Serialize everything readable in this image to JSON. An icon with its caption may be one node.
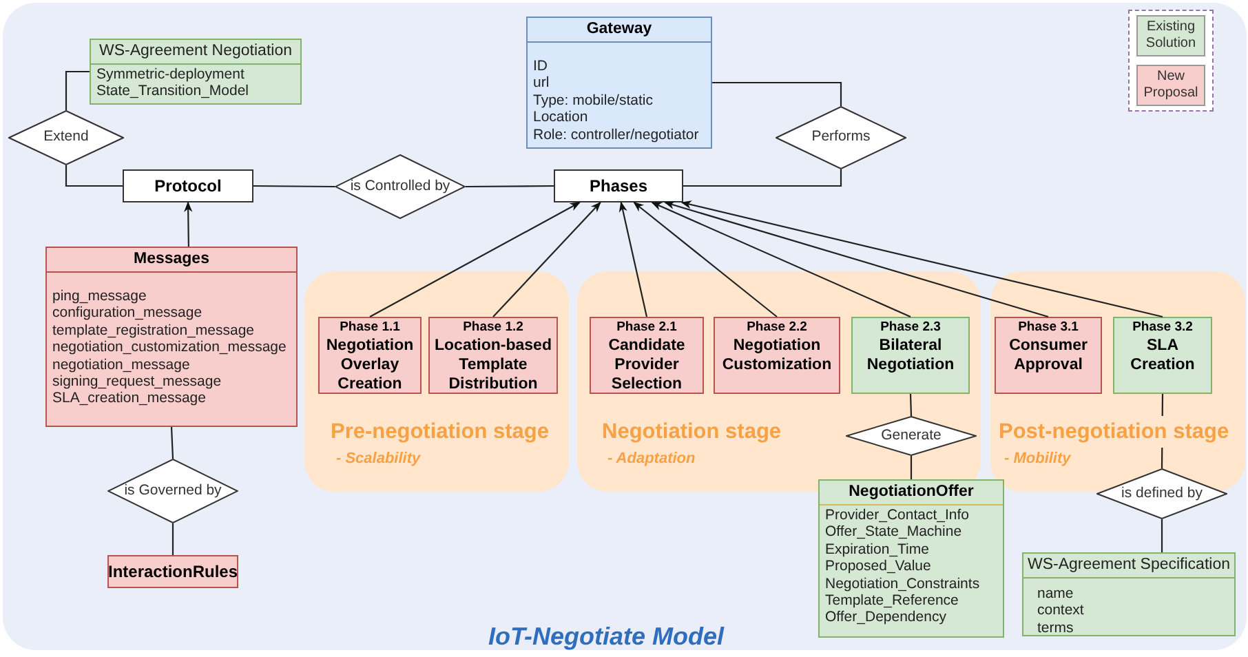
{
  "diagram": {
    "caption": "IoT-Negotiate Model",
    "nodes": [
      {
        "text": [
          "WS-Agreement Negotiation",
          "Symmetric-deployment",
          "State_Transition_Model"
        ]
      },
      {
        "text": [
          "Extend"
        ]
      },
      {
        "text": [
          "Protocol"
        ]
      },
      {
        "text": [
          "is Controlled by"
        ]
      },
      {
        "text": [
          "Gateway",
          "ID",
          "url",
          "Type: mobile/static",
          "Location",
          "Role: controller/negotiator"
        ]
      },
      {
        "text": [
          "Performs"
        ]
      },
      {
        "text": [
          "Phases"
        ]
      },
      {
        "text": [
          "Messages",
          "ping_message",
          "configuration_message",
          "template_registration_message",
          "negotiation_customization_message",
          "negotiation_message",
          "signing_request_message",
          "SLA_creation_message"
        ]
      },
      {
        "text": [
          "is Governed by"
        ]
      },
      {
        "text": [
          "InteractionRules"
        ]
      },
      {
        "text": [
          "Pre-negotiation stage",
          "- Scalability"
        ]
      },
      {
        "text": [
          "Phase 1.1",
          "Negotiation Overlay Creation"
        ],
        "in": 10
      },
      {
        "text": [
          "Phase 1.2",
          "Location-based Template Distribution"
        ],
        "in": 10
      },
      {
        "text": [
          "Negotiation stage",
          "- Adaptation"
        ]
      },
      {
        "text": [
          "Phase 2.1",
          "Candidate Provider Selection"
        ],
        "in": 13
      },
      {
        "text": [
          "Phase 2.2",
          "Negotiation Customization"
        ],
        "in": 13
      },
      {
        "text": [
          "Phase 2.3",
          "Bilateral Negotiation"
        ],
        "in": 13
      },
      {
        "text": [
          "Post-negotiation stage",
          "- Mobility"
        ]
      },
      {
        "text": [
          "Phase 3.1",
          "Consumer Approval"
        ],
        "in": 17
      },
      {
        "text": [
          "Phase 3.2",
          "SLA Creation"
        ],
        "in": 17
      },
      {
        "text": [
          "Generate"
        ],
        "in": 13
      },
      {
        "text": [
          "NegotiationOffer",
          "Provider_Contact_Info",
          "Offer_State_Machine",
          "Expiration_Time",
          "Proposed_Value",
          "Negotiation_Constraints",
          "Template_Reference",
          "Offer_Dependency"
        ]
      },
      {
        "text": [
          "is defined by"
        ]
      },
      {
        "text": [
          "WS-Agreement Specification",
          "name",
          "context",
          "terms"
        ]
      }
    ],
    "edges": [
      {
        "from": 1,
        "to": 0,
        "arrow": "none"
      },
      {
        "from": 1,
        "to": 2,
        "arrow": "none"
      },
      {
        "from": 2,
        "to": 3,
        "arrow": "none"
      },
      {
        "from": 3,
        "to": 6,
        "arrow": "none"
      },
      {
        "from": 4,
        "to": 5,
        "arrow": "none"
      },
      {
        "from": 5,
        "to": 6,
        "arrow": "none"
      },
      {
        "from": 7,
        "to": 2,
        "arrow": "to"
      },
      {
        "from": 7,
        "to": 8,
        "arrow": "none"
      },
      {
        "from": 8,
        "to": 9,
        "arrow": "none"
      },
      {
        "from": 11,
        "to": 6,
        "arrow": "to"
      },
      {
        "from": 12,
        "to": 6,
        "arrow": "to"
      },
      {
        "from": 14,
        "to": 6,
        "arrow": "to"
      },
      {
        "from": 15,
        "to": 6,
        "arrow": "to"
      },
      {
        "from": 16,
        "to": 6,
        "arrow": "to"
      },
      {
        "from": 18,
        "to": 6,
        "arrow": "to"
      },
      {
        "from": 19,
        "to": 6,
        "arrow": "to"
      },
      {
        "from": 16,
        "to": 20,
        "arrow": "none"
      },
      {
        "from": 20,
        "to": 21,
        "arrow": "none"
      },
      {
        "from": 19,
        "to": 22,
        "arrow": "none"
      },
      {
        "from": 22,
        "to": 23,
        "arrow": "none"
      }
    ],
    "legend": [
      {
        "text": "Existing Solution",
        "color": "#d5e8d4"
      },
      {
        "text": "New Proposal",
        "color": "#f8cecc"
      }
    ]
  }
}
